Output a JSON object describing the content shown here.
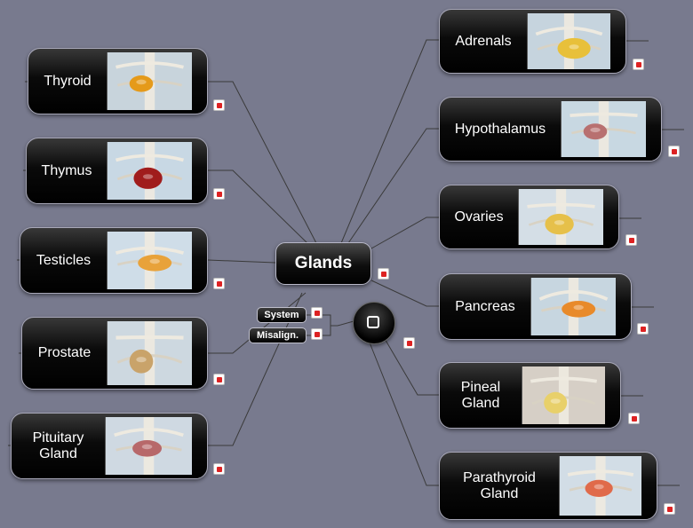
{
  "central_topic": "Glands",
  "left_nodes": [
    {
      "label": "Thyroid",
      "icon": "thyroid-image"
    },
    {
      "label": "Thymus",
      "icon": "thymus-image"
    },
    {
      "label": "Testicles",
      "icon": "testicles-image"
    },
    {
      "label": "Prostate",
      "icon": "prostate-image"
    },
    {
      "label": "Pituitary\nGland",
      "icon": "pituitary-gland-image"
    }
  ],
  "right_nodes": [
    {
      "label": "Adrenals",
      "icon": "adrenals-image"
    },
    {
      "label": "Hypothalamus",
      "icon": "hypothalamus-image"
    },
    {
      "label": "Ovaries",
      "icon": "ovaries-image"
    },
    {
      "label": "Pancreas",
      "icon": "pancreas-image"
    },
    {
      "label": "Pineal\nGland",
      "icon": "pineal-gland-image"
    },
    {
      "label": "Parathyroid\nGland",
      "icon": "parathyroid-gland-image"
    }
  ],
  "tags": [
    "System",
    "Misalign."
  ],
  "icons": {
    "note": "attachment-note-icon",
    "bubble": "summary-bubble-icon"
  },
  "colors": {
    "background": "#787a8e",
    "node": "#000000",
    "connector": "#3a3a3a",
    "note_red": "#dd2222"
  }
}
